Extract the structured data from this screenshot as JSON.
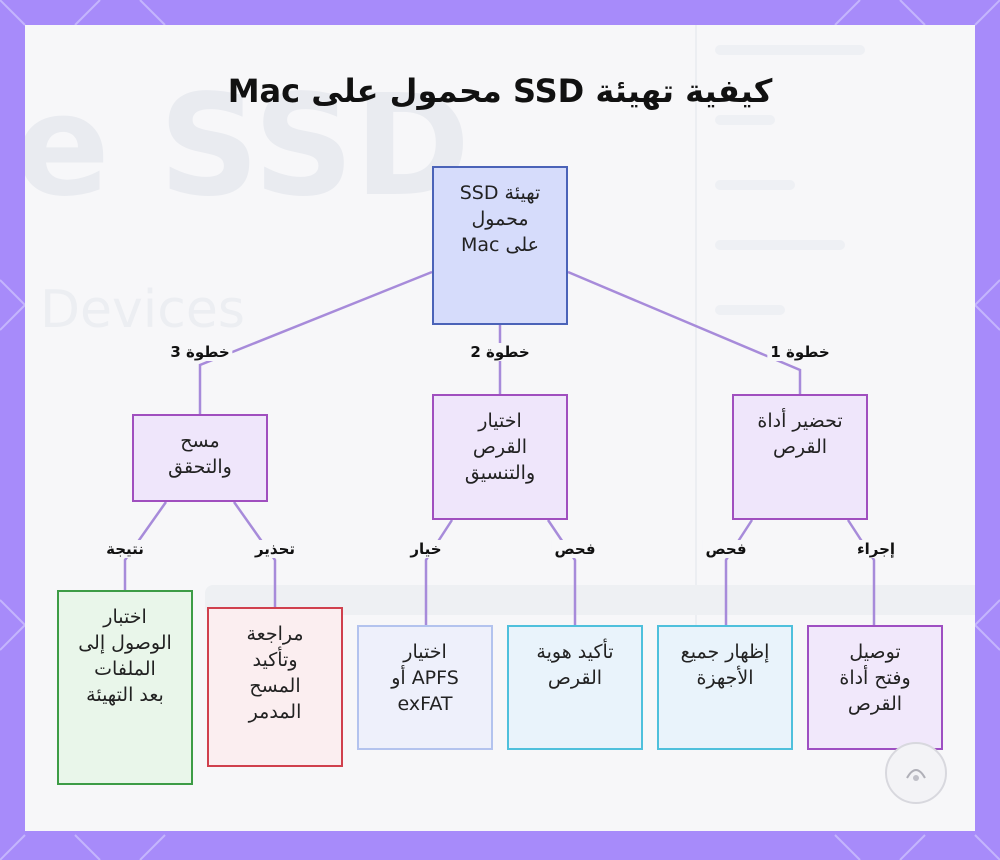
{
  "title": "كيفية تهيئة SSD محمول على Mac",
  "colors": {
    "frame": "#a78bfa",
    "root_border": "#4b63b8",
    "step_border": "#a04fbf",
    "edge": "#a78bda"
  },
  "nodes": {
    "root": "تهيئة SSD\nمحمول\nعلى Mac",
    "step1": "تحضير أداة\nالقرص",
    "step2": "اختيار\nالقرص\nوالتنسيق",
    "step3": "مسح\nوالتحقق",
    "connect": "توصيل\nوفتح أداة\nالقرص",
    "show_all": "إظهار جميع\nالأجهزة",
    "confirm_disk": "تأكيد هوية\nالقرص",
    "choose_fs": "اختيار\nAPFS أو\nexFAT",
    "review": "مراجعة\nوتأكيد\nالمسح\nالمدمر",
    "test_access": "اختبار\nالوصول إلى\nالملفات\nبعد التهيئة"
  },
  "edge_labels": {
    "step1": "خطوة 1",
    "step2": "خطوة 2",
    "step3": "خطوة 3",
    "action": "إجراء",
    "check1": "فحص",
    "check2": "فحص",
    "option": "خيار",
    "warning": "تحذير",
    "result": "نتيجة"
  }
}
